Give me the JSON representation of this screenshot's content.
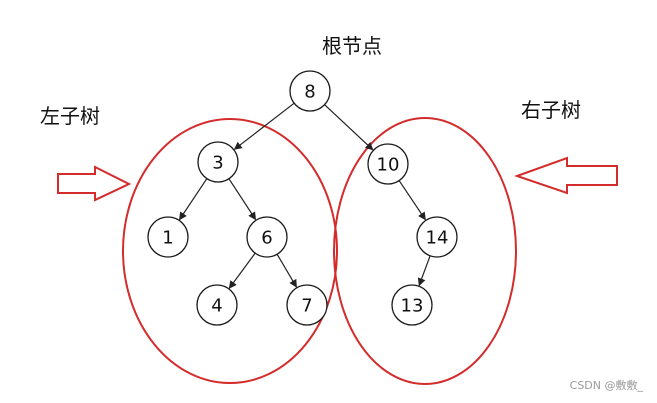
{
  "labels": {
    "root": "根节点",
    "left_subtree": "左子树",
    "right_subtree": "右子树"
  },
  "watermark": "CSDN @敷敷_",
  "colors": {
    "highlight": "#d42b2b",
    "node_stroke": "#1a1a1a",
    "edge": "#222222"
  },
  "tree": {
    "nodes": [
      {
        "id": "n8",
        "value": "8"
      },
      {
        "id": "n3",
        "value": "3"
      },
      {
        "id": "n10",
        "value": "10"
      },
      {
        "id": "n1",
        "value": "1"
      },
      {
        "id": "n6",
        "value": "6"
      },
      {
        "id": "n14",
        "value": "14"
      },
      {
        "id": "n4",
        "value": "4"
      },
      {
        "id": "n7",
        "value": "7"
      },
      {
        "id": "n13",
        "value": "13"
      }
    ],
    "edges": [
      [
        "n8",
        "n3"
      ],
      [
        "n8",
        "n10"
      ],
      [
        "n3",
        "n1"
      ],
      [
        "n3",
        "n6"
      ],
      [
        "n6",
        "n4"
      ],
      [
        "n6",
        "n7"
      ],
      [
        "n10",
        "n14"
      ],
      [
        "n14",
        "n13"
      ]
    ]
  }
}
